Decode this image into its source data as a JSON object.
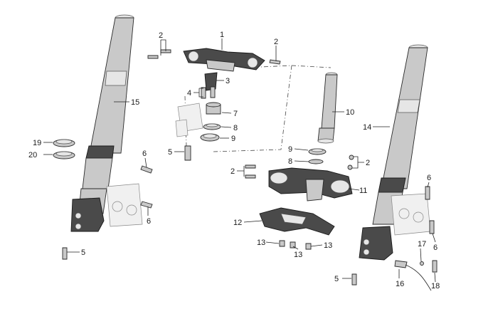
{
  "callouts": [
    "1",
    "2",
    "2",
    "3",
    "4",
    "5",
    "7",
    "8",
    "9",
    "10",
    "9",
    "8",
    "2",
    "2",
    "11",
    "12",
    "13",
    "13",
    "13",
    "14",
    "15",
    "19",
    "20",
    "6",
    "6",
    "5",
    "6",
    "6",
    "17",
    "16",
    "18",
    "5"
  ]
}
